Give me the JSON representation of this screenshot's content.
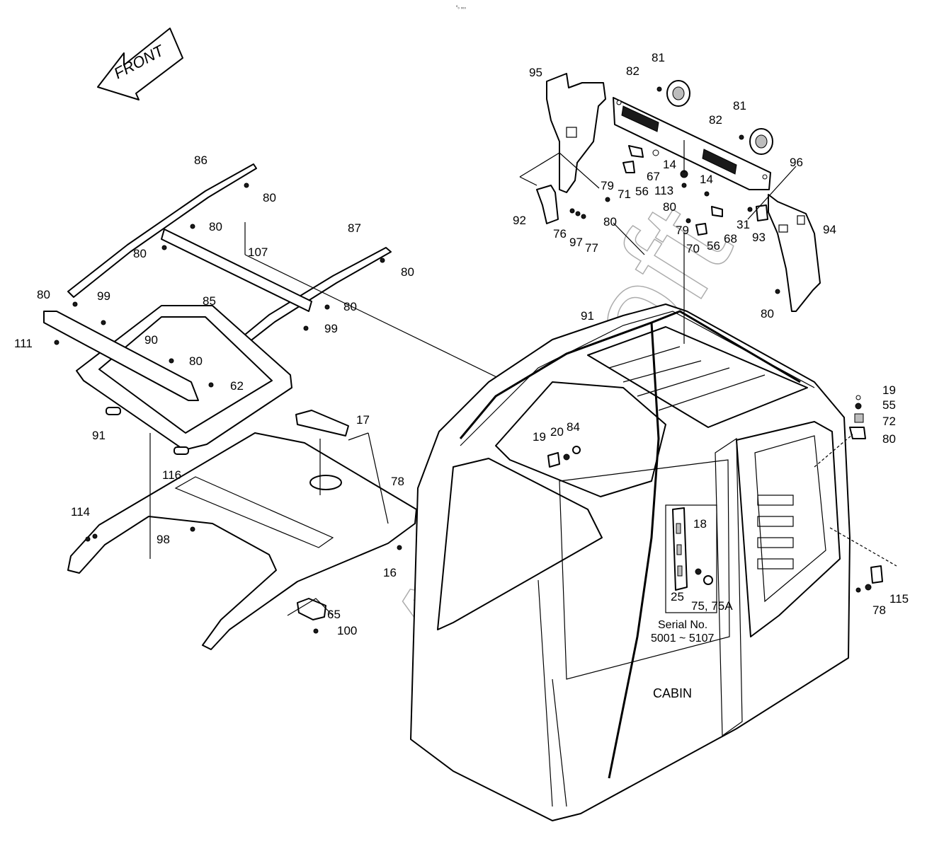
{
  "header": {
    "page_mark": "⁰₀ ₀₀₀"
  },
  "front_arrow": {
    "label": "FRONT"
  },
  "serial_note": {
    "line1": "Serial No.",
    "line2": "5001 ~ 5107"
  },
  "cabin_label": "CABIN",
  "watermark": "AutoSoft",
  "callouts": [
    {
      "id": "c95",
      "text": "95"
    },
    {
      "id": "c81a",
      "text": "81"
    },
    {
      "id": "c82a",
      "text": "82"
    },
    {
      "id": "c81b",
      "text": "81"
    },
    {
      "id": "c82b",
      "text": "82"
    },
    {
      "id": "c14a",
      "text": "14"
    },
    {
      "id": "c67",
      "text": "67"
    },
    {
      "id": "c79a",
      "text": "79"
    },
    {
      "id": "c71",
      "text": "71"
    },
    {
      "id": "c56a",
      "text": "56"
    },
    {
      "id": "c113",
      "text": "113"
    },
    {
      "id": "c14b",
      "text": "14"
    },
    {
      "id": "c96",
      "text": "96"
    },
    {
      "id": "c80a",
      "text": "80"
    },
    {
      "id": "c92",
      "text": "92"
    },
    {
      "id": "c76",
      "text": "76"
    },
    {
      "id": "c97",
      "text": "97"
    },
    {
      "id": "c77",
      "text": "77"
    },
    {
      "id": "c80b",
      "text": "80"
    },
    {
      "id": "c79b",
      "text": "79"
    },
    {
      "id": "c70",
      "text": "70"
    },
    {
      "id": "c56b",
      "text": "56"
    },
    {
      "id": "c68",
      "text": "68"
    },
    {
      "id": "c31",
      "text": "31"
    },
    {
      "id": "c93",
      "text": "93"
    },
    {
      "id": "c94",
      "text": "94"
    },
    {
      "id": "c80c",
      "text": "80"
    },
    {
      "id": "c86",
      "text": "86"
    },
    {
      "id": "c80d",
      "text": "80"
    },
    {
      "id": "c80e",
      "text": "80"
    },
    {
      "id": "c80f",
      "text": "80"
    },
    {
      "id": "c87",
      "text": "87"
    },
    {
      "id": "c80g",
      "text": "80"
    },
    {
      "id": "c107",
      "text": "107"
    },
    {
      "id": "c80h",
      "text": "80"
    },
    {
      "id": "c99a",
      "text": "99"
    },
    {
      "id": "c85",
      "text": "85"
    },
    {
      "id": "c80i",
      "text": "80"
    },
    {
      "id": "c111",
      "text": "111"
    },
    {
      "id": "c90",
      "text": "90"
    },
    {
      "id": "c99b",
      "text": "99"
    },
    {
      "id": "c80j",
      "text": "80"
    },
    {
      "id": "c62",
      "text": "62"
    },
    {
      "id": "c91a",
      "text": "91"
    },
    {
      "id": "c91b",
      "text": "91"
    },
    {
      "id": "c116",
      "text": "116"
    },
    {
      "id": "c17",
      "text": "17"
    },
    {
      "id": "c19a",
      "text": "19"
    },
    {
      "id": "c20",
      "text": "20"
    },
    {
      "id": "c84",
      "text": "84"
    },
    {
      "id": "c78a",
      "text": "78"
    },
    {
      "id": "c19b",
      "text": "19"
    },
    {
      "id": "c55",
      "text": "55"
    },
    {
      "id": "c72",
      "text": "72"
    },
    {
      "id": "c80k",
      "text": "80"
    },
    {
      "id": "c114",
      "text": "114"
    },
    {
      "id": "c98",
      "text": "98"
    },
    {
      "id": "c16",
      "text": "16"
    },
    {
      "id": "c18",
      "text": "18"
    },
    {
      "id": "c25",
      "text": "25"
    },
    {
      "id": "c75",
      "text": "75, 75A"
    },
    {
      "id": "c65",
      "text": "65"
    },
    {
      "id": "c100",
      "text": "100"
    },
    {
      "id": "c115",
      "text": "115"
    },
    {
      "id": "c78b",
      "text": "78"
    }
  ]
}
